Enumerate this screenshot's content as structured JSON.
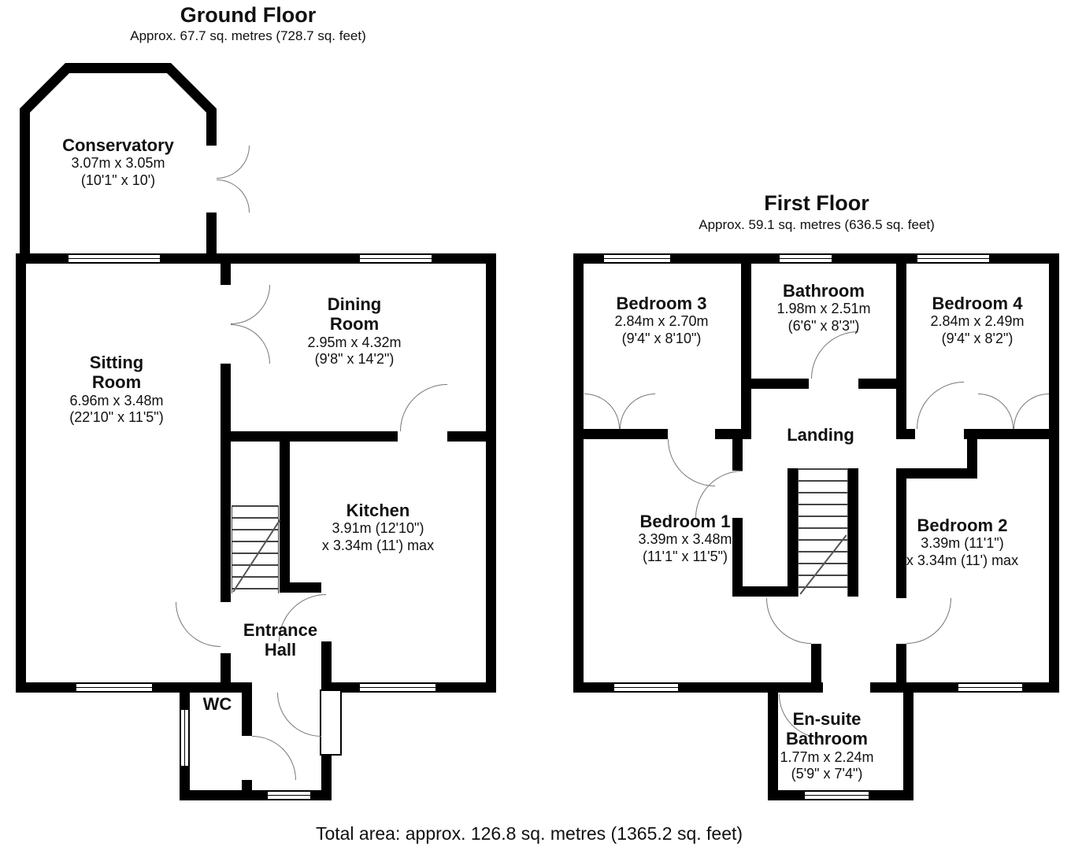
{
  "ground_floor": {
    "title": "Ground Floor",
    "subtitle": "Approx. 67.7 sq. metres (728.7 sq. feet)",
    "rooms": {
      "conservatory": {
        "name": "Conservatory",
        "metric": "3.07m x 3.05m",
        "imperial": "(10'1\" x 10')"
      },
      "sitting_room": {
        "name_line1": "Sitting",
        "name_line2": "Room",
        "metric": "6.96m x 3.48m",
        "imperial": "(22'10\" x 11'5\")"
      },
      "dining_room": {
        "name_line1": "Dining",
        "name_line2": "Room",
        "metric": "2.95m x 4.32m",
        "imperial": "(9'8\" x 14'2\")"
      },
      "kitchen": {
        "name": "Kitchen",
        "metric": "3.91m (12'10\")",
        "imperial": "x 3.34m (11') max"
      },
      "entrance_hall": {
        "name_line1": "Entrance",
        "name_line2": "Hall"
      },
      "wc": {
        "name": "WC"
      }
    }
  },
  "first_floor": {
    "title": "First Floor",
    "subtitle": "Approx. 59.1 sq. metres (636.5 sq. feet)",
    "rooms": {
      "bedroom3": {
        "name": "Bedroom 3",
        "metric": "2.84m x 2.70m",
        "imperial": "(9'4\" x 8'10\")"
      },
      "bathroom": {
        "name": "Bathroom",
        "metric": "1.98m x 2.51m",
        "imperial": "(6'6\" x 8'3\")"
      },
      "bedroom4": {
        "name": "Bedroom 4",
        "metric": "2.84m x 2.49m",
        "imperial": "(9'4\" x 8'2\")"
      },
      "landing": {
        "name": "Landing"
      },
      "bedroom1": {
        "name": "Bedroom 1",
        "metric": "3.39m x 3.48m",
        "imperial": "(11'1\" x 11'5\")"
      },
      "bedroom2": {
        "name": "Bedroom 2",
        "metric": "3.39m (11'1\")",
        "imperial": "x 3.34m (11') max"
      },
      "ensuite": {
        "name_line1": "En-suite",
        "name_line2": "Bathroom",
        "metric": "1.77m x 2.24m",
        "imperial": "(5'9\" x 7'4\")"
      }
    }
  },
  "footer": {
    "total_area": "Total area: approx. 126.8 sq. metres (1365.2 sq. feet)"
  },
  "colors": {
    "wall": "#000000",
    "background": "#ffffff",
    "text": "#111111",
    "door_arc": "#777777"
  }
}
